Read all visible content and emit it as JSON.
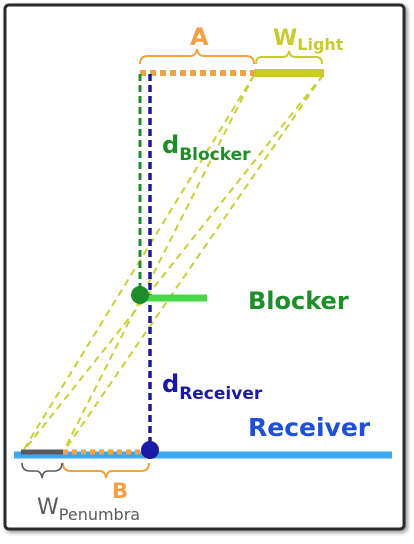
{
  "labels": {
    "a": "A",
    "w_light_main": "W",
    "w_light_sub": "Light",
    "d_blocker_main": "d",
    "d_blocker_sub": "Blocker",
    "blocker": "Blocker",
    "d_receiver_main": "d",
    "d_receiver_sub": "Receiver",
    "receiver": "Receiver",
    "b": "B",
    "w_penumbra_main": "W",
    "w_penumbra_sub": "Penumbra"
  },
  "colors": {
    "frame": "#2a2a2a",
    "orange": "#f5a043",
    "light_source": "#c9c930",
    "rays": "#c8cf3a",
    "green_dark": "#1f8c2a",
    "green_label": "#1e8f28",
    "blocker_bar": "#46d846",
    "navy": "#1a1aa6",
    "receiver_bar": "#3da8f0",
    "receiver_label": "#1d4fd8",
    "penumbra_bar": "#5a5a5a",
    "gray_text": "#5a5a5a"
  }
}
